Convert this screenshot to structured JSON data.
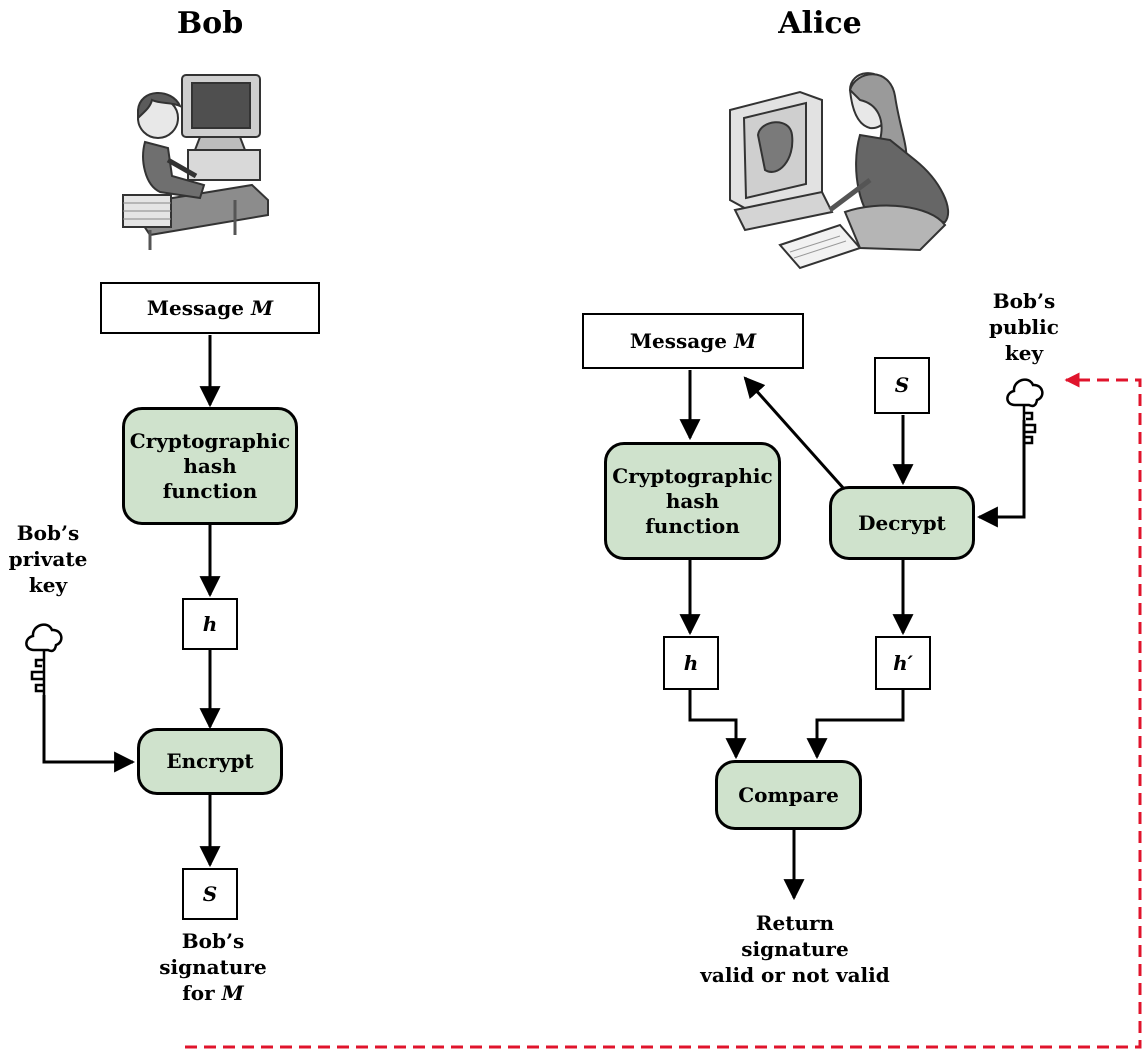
{
  "bob": {
    "title": "Bob",
    "message": {
      "text": "Message ",
      "var": "M"
    },
    "hash": [
      "Cryptographic",
      "hash",
      "function"
    ],
    "h": "h",
    "encrypt": "Encrypt",
    "s": "S",
    "private_key_label": [
      "Bob’s",
      "private",
      "key"
    ],
    "signature_label": [
      "Bob’s",
      "signature",
      "for ",
      "M"
    ]
  },
  "alice": {
    "title": "Alice",
    "message": {
      "text": "Message ",
      "var": "M"
    },
    "s": "S",
    "public_key_label": [
      "Bob’s",
      "public",
      "key"
    ],
    "hash": [
      "Cryptographic",
      "hash",
      "function"
    ],
    "decrypt": "Decrypt",
    "h": "h",
    "h_prime": "h′",
    "compare": "Compare",
    "result_label": [
      "Return",
      "signature",
      "valid or not valid"
    ]
  },
  "colors": {
    "process_fill": "#cfe2cc",
    "transfer_arrow": "#e0142c",
    "stroke": "#000000"
  },
  "icons": [
    "computer-user-illustration",
    "key-icon"
  ]
}
